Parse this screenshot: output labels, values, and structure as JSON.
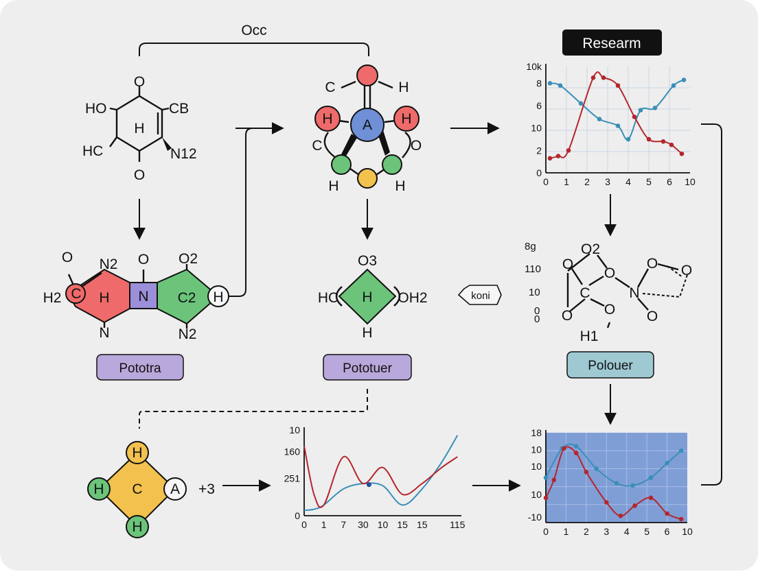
{
  "colors": {
    "red": "#ef6a6a",
    "green": "#6cc47a",
    "blue": "#6f8fd6",
    "purple": "#9a8fd8",
    "yellow": "#f2c14e",
    "pill_purple": "#b9a8db",
    "pill_teal": "#9ec9d3",
    "black": "#111111",
    "chart_blue_line": "#3a8fb8",
    "chart_red_line": "#b5262d",
    "chart_bg_blue": "#7f9ed6"
  },
  "top_bracket_label": "Occ",
  "research_header": "Researm",
  "koni_label": "koni",
  "pill_labels": {
    "left": "Pototra",
    "middle": "Pototuer",
    "right": "Polouer"
  },
  "plus_label": "+3",
  "molecule1": {
    "labels": [
      "O",
      "HO",
      "CB",
      "H",
      "HC",
      "N12",
      "O"
    ]
  },
  "molecule2": {
    "labels": [
      "C",
      "H",
      "H",
      "A",
      "H",
      "C",
      "O",
      "H",
      "H"
    ]
  },
  "molecule3": {
    "labels": [
      "O",
      "N2",
      "O",
      "O2",
      "H2",
      "C",
      "H",
      "N",
      "C2",
      "H",
      "N",
      "N2"
    ]
  },
  "molecule4": {
    "labels": [
      "O3",
      "HC",
      "H",
      "OH2",
      "H"
    ]
  },
  "molecule5": {
    "labels": [
      "8g",
      "O2",
      "110",
      "O",
      "O",
      "O",
      "O",
      "10",
      "C",
      "N",
      "0",
      "O",
      "O",
      "O",
      "H1"
    ],
    "axis_scribble": "0"
  },
  "molecule6": {
    "labels": [
      "H",
      "H",
      "C",
      "A",
      "H"
    ]
  },
  "chart_data": [
    {
      "type": "line",
      "x_ticks": [
        "0",
        "1",
        "2",
        "3",
        "4",
        "5",
        "6",
        "10"
      ],
      "y_ticks": [
        "10k",
        "8",
        "6",
        "10",
        "2",
        "0"
      ],
      "grid": true,
      "series": [
        {
          "x": [
            0.2,
            0.7,
            1.7,
            2.6,
            3.5,
            4.0,
            4.6,
            5.3,
            6.2,
            6.7
          ],
          "y": [
            8.0,
            7.8,
            6.2,
            4.8,
            4.2,
            3.0,
            5.6,
            5.8,
            7.8,
            8.3
          ]
        },
        {
          "x": [
            0.2,
            0.6,
            1.1,
            2.3,
            2.8,
            3.5,
            4.3,
            5.0,
            5.7,
            6.1,
            6.6
          ],
          "y": [
            1.3,
            1.5,
            2.0,
            8.5,
            8.5,
            7.8,
            5.0,
            3.0,
            2.8,
            2.5,
            1.7
          ]
        }
      ]
    },
    {
      "type": "line",
      "x_ticks": [
        "0",
        "1",
        "7",
        "30",
        "10",
        "15",
        "15",
        "115"
      ],
      "y_ticks": [
        "10",
        "160",
        "251",
        "0"
      ],
      "grid": false,
      "series": [
        {
          "x": [
            0,
            0.5,
            1,
            2,
            3,
            4,
            5,
            6,
            7,
            7.8
          ],
          "y": [
            0.5,
            0.6,
            1.0,
            2.5,
            3.0,
            2.8,
            1.0,
            2.5,
            5.0,
            7.5
          ]
        },
        {
          "x": [
            0,
            0.5,
            1,
            2,
            3,
            4,
            5,
            6,
            7,
            7.8
          ],
          "y": [
            6.5,
            2.0,
            1.0,
            5.5,
            3.0,
            4.5,
            2.0,
            3.0,
            4.5,
            5.5
          ]
        }
      ],
      "highlight_point": {
        "x": 3.3,
        "y": 2.9
      }
    },
    {
      "type": "line",
      "x_ticks": [
        "0",
        "1",
        "2",
        "3",
        "4",
        "5",
        "6",
        "10"
      ],
      "y_ticks": [
        "18",
        "10",
        "10",
        "10",
        "-10"
      ],
      "grid": true,
      "background": "#7f9ed6",
      "series": [
        {
          "x": [
            0.0,
            0.8,
            1.5,
            2.5,
            3.5,
            4.3,
            5.2,
            6.0,
            6.7
          ],
          "y": [
            4.0,
            6.6,
            6.8,
            4.8,
            3.5,
            3.3,
            4.0,
            5.3,
            6.4
          ]
        },
        {
          "x": [
            0.0,
            0.4,
            0.9,
            1.5,
            2.0,
            3.0,
            3.7,
            4.4,
            5.2,
            6.0,
            6.7
          ],
          "y": [
            2.2,
            3.8,
            6.6,
            6.2,
            4.5,
            1.8,
            0.6,
            1.5,
            2.2,
            0.8,
            0.3
          ]
        }
      ]
    }
  ]
}
